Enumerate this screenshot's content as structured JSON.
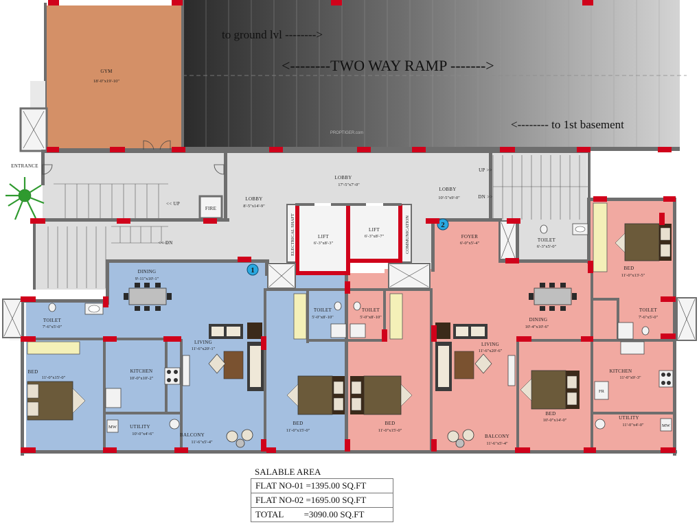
{
  "ramp": {
    "to_ground": "to ground lvl -------->",
    "two_way": "<--------TWO WAY RAMP ------->",
    "to_basement": "<-------- to 1st basement",
    "watermark": "PROPTIGER.com"
  },
  "rooms": {
    "gym": {
      "name": "GYM",
      "dim": "18'-0\"x19'-10\""
    },
    "entrance": "ENTRANCE",
    "lobby_left": {
      "name": "LOBBY",
      "dim": "8'-5\"x14'-9\""
    },
    "lobby_center": {
      "name": "LOBBY",
      "dim": "17'-5\"x7'-0\""
    },
    "lobby_right": {
      "name": "LOBBY",
      "dim": "10'-5\"x9'-0\""
    },
    "fire": "FIRE",
    "up_left": "<< UP",
    "dn_left": "<< DN",
    "up_right": "UP >>",
    "dn_right": "DN >>",
    "electrical": "ELECTRICAL SHAFT",
    "communication": "COMMUNICATION",
    "lift1": {
      "name": "LIFT",
      "dim": "6'-3\"x8'-3\""
    },
    "lift2": {
      "name": "LIFT",
      "dim": "6'-3\"x8'-7\""
    },
    "flat1_badge": "1",
    "flat2_badge": "2",
    "dining1": {
      "name": "DINING",
      "dim": "9'-11\"x10'-1\""
    },
    "toilet1a": {
      "name": "TOILET",
      "dim": "7'-6\"x5'-0\""
    },
    "bed1a": {
      "name": "BED",
      "dim": "11'-0\"x15'-0\""
    },
    "kitchen1": {
      "name": "KITCHEN",
      "dim": "10'-0\"x10'-2\""
    },
    "utility1": {
      "name": "UTILITY",
      "dim": "10'-0\"x4'-6\""
    },
    "living1": {
      "name": "LIVING",
      "dim": "11'-6\"x20'-1\""
    },
    "balcony1": {
      "name": "BALCONY",
      "dim": "11'-6\"x5'-4\""
    },
    "toilet1b": {
      "name": "TOILET",
      "dim": "5'-0\"x8'-10\""
    },
    "bed1b": {
      "name": "BED",
      "dim": "11'-0\"x15'-0\""
    },
    "toilet2a": {
      "name": "TOILET",
      "dim": "5'-0\"x8'-10\""
    },
    "bed2a": {
      "name": "BED",
      "dim": "11'-0\"x15'-0\""
    },
    "living2": {
      "name": "LIVING",
      "dim": "11'-6\"x20'-6\""
    },
    "balcony2": {
      "name": "BALCONY",
      "dim": "11'-6\"x5'-4\""
    },
    "foyer2": {
      "name": "FOYER",
      "dim": "6'-0\"x5'-4\""
    },
    "toilet2b": {
      "name": "TOILET",
      "dim": "6'-3\"x5'-0\""
    },
    "dining2": {
      "name": "DINING",
      "dim": "10'-4\"x10'-6\""
    },
    "bed2b": {
      "name": "BED",
      "dim": "11'-0\"x13'-5\""
    },
    "toilet2c": {
      "name": "TOILET",
      "dim": "7'-6\"x5'-0\""
    },
    "bed2c": {
      "name": "BED",
      "dim": "10'-0\"x14'-0\""
    },
    "kitchen2": {
      "name": "KITCHEN",
      "dim": "11'-0\"x9'-3\""
    },
    "utility2": {
      "name": "UTILITY",
      "dim": "11'-0\"x4'-0\""
    },
    "mw": "MW",
    "fr": "FR"
  },
  "salable": {
    "title": "SALABLE AREA",
    "rows": [
      {
        "label": "FLAT NO-01",
        "value": "=1395.00 SQ.FT"
      },
      {
        "label": "FLAT NO-02",
        "value": "=1695.00 SQ.FT"
      },
      {
        "label": "TOTAL",
        "value": "=3090.00 SQ.FT"
      }
    ]
  },
  "colors": {
    "flat1": "#a4bfe0",
    "flat2": "#f1a9a1",
    "gym": "#d49067",
    "lobby": "#dedede",
    "column": "#d0021b",
    "wall": "#6e6e6e",
    "badge": "#2aa8e0"
  }
}
